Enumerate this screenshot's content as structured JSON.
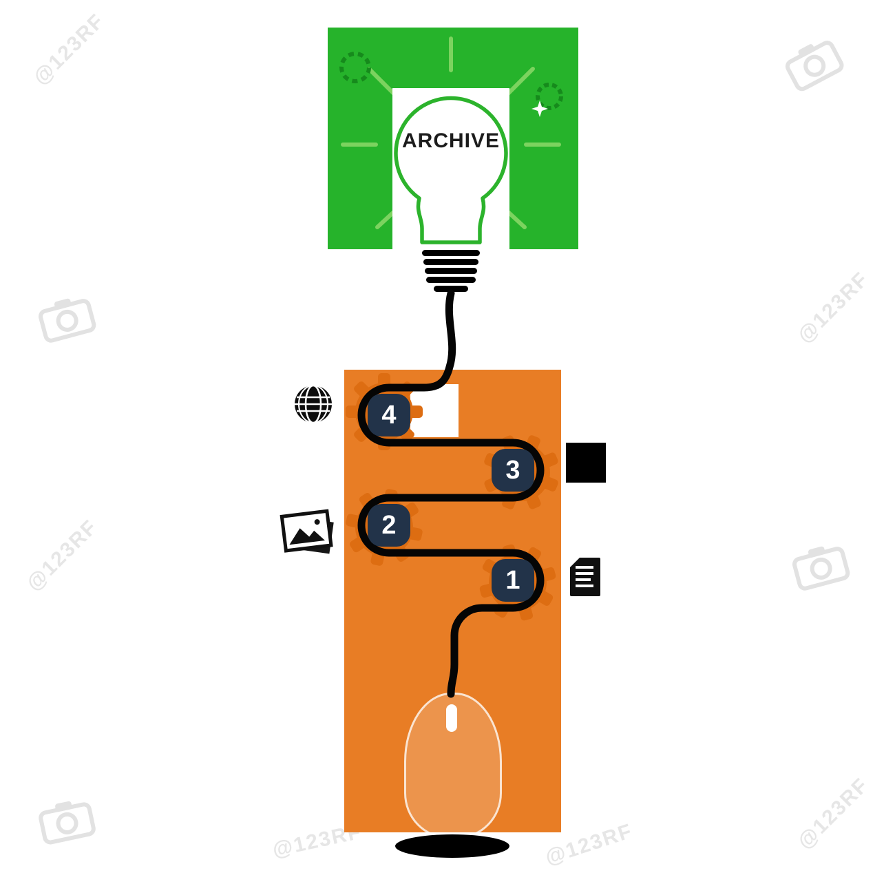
{
  "bulb": {
    "label": "ARCHIVE"
  },
  "steps": [
    {
      "number": "4",
      "icon": "globe-icon"
    },
    {
      "number": "3",
      "icon": "solid-square-icon"
    },
    {
      "number": "2",
      "icon": "photos-icon"
    },
    {
      "number": "1",
      "icon": "document-icon"
    }
  ],
  "watermark": {
    "label": "@123RF"
  },
  "colors": {
    "green": "#26b32b",
    "orange": "#e87d25",
    "gear_orange": "#dd6d12",
    "navy": "#223349",
    "wire": "#050505",
    "bulb_outline": "#2cb32c"
  }
}
